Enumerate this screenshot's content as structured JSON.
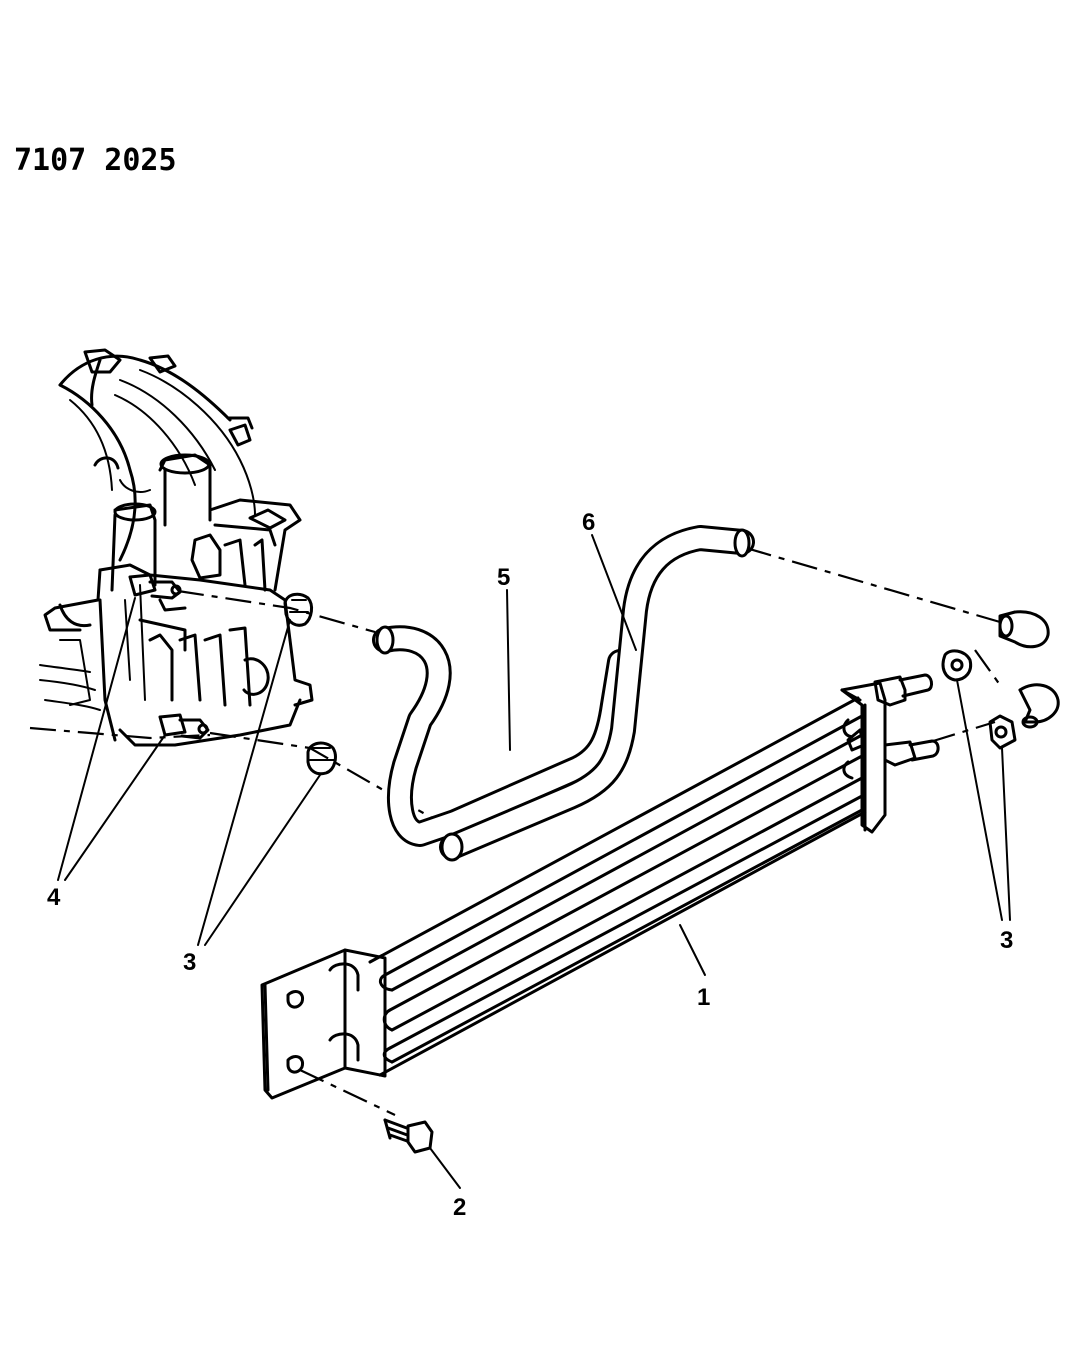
{
  "figure_code": "7107 2025",
  "callouts": {
    "cooler": "1",
    "bolt": "2",
    "clamps_left": "3",
    "clamps_right": "3",
    "fittings": "4",
    "hose_lower": "5",
    "hose_upper": "6"
  },
  "colors": {
    "ink": "#000000",
    "paper": "#ffffff"
  }
}
